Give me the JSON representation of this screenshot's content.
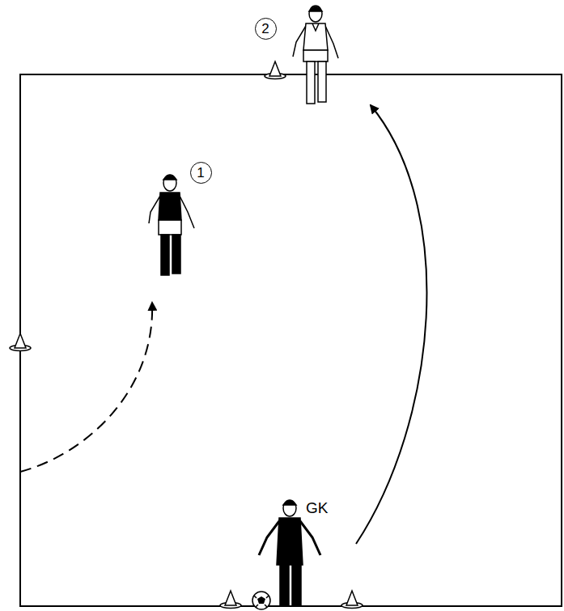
{
  "diagram": {
    "nodes": [
      {
        "text": [
          "2"
        ]
      },
      {
        "text": [
          "1"
        ]
      }
    ],
    "labels": [
      "GK"
    ]
  }
}
